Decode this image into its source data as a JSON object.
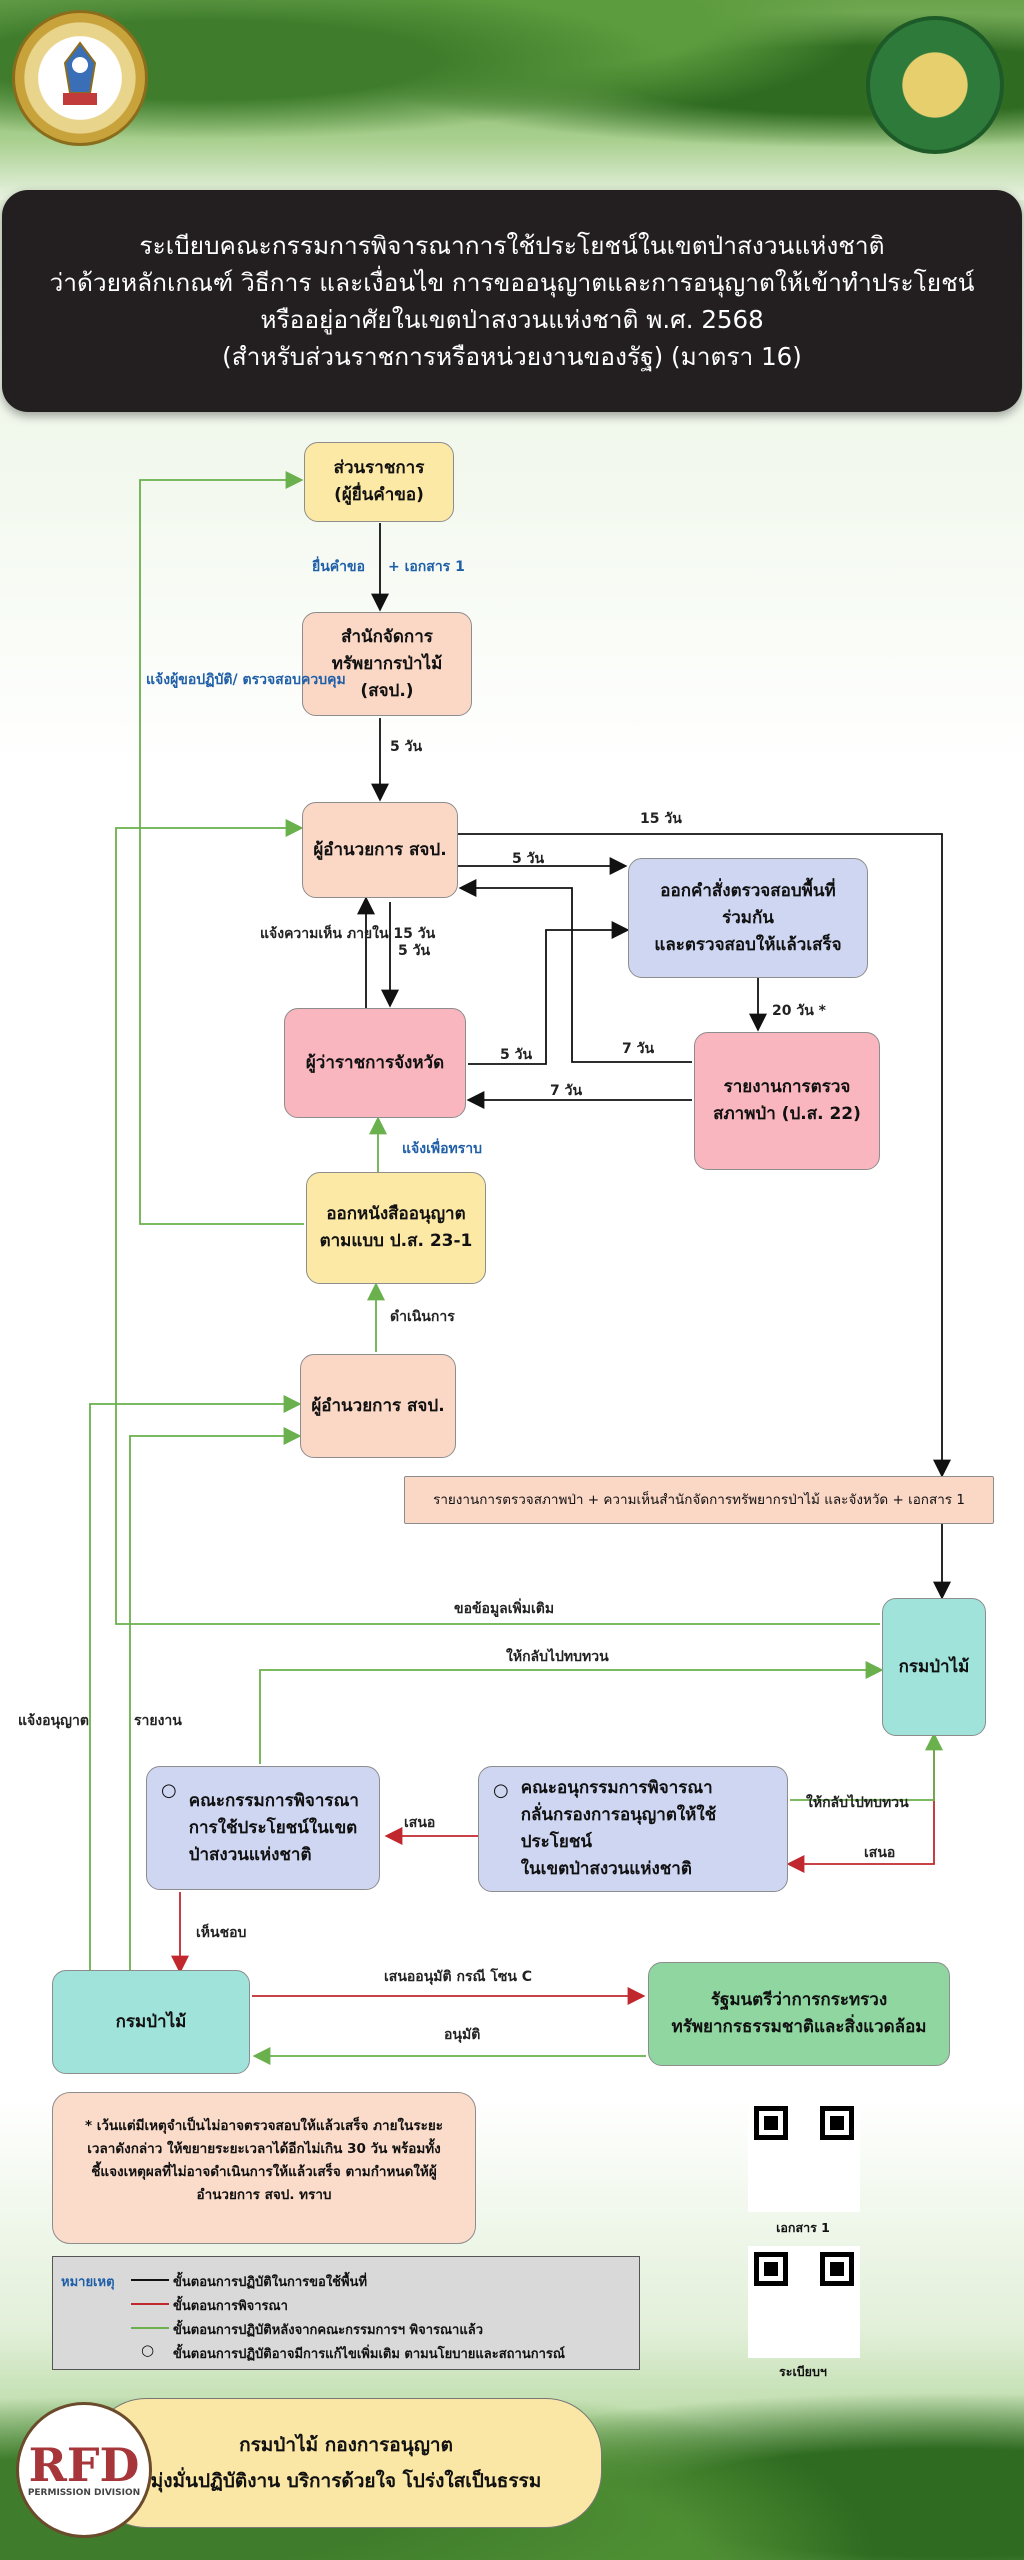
{
  "title": {
    "line1": "ระเบียบคณะกรรมการพิจารณาการใช้ประโยชน์ในเขตป่าสงวนแห่งชาติ",
    "line2": "ว่าด้วยหลักเกณฑ์ วิธีการ และเงื่อนไข การขออนุญาตและการอนุญาตให้เข้าทำประโยชน์",
    "line3": "หรืออยู่อาศัยในเขตป่าสงวนแห่งชาติ พ.ศ. 2568",
    "line4": "(สำหรับส่วนราชการหรือหน่วยงานของรัฐ) (มาตรา 16)"
  },
  "nodes": {
    "applicant": "ส่วนราชการ\n(ผู้ยื่นคำขอ)",
    "forest_office": "สำนักจัดการ\nทรัพยากรป่าไม้\n(สจป.)",
    "director_1": "ผู้อำนวยการ สจป.",
    "inspect_order": "ออกคำสั่งตรวจสอบพื้นที่\nร่วมกัน\nและตรวจสอบให้แล้วเสร็จ",
    "governor": "ผู้ว่าราชการจังหวัด",
    "inspect_report": "รายงานการตรวจ\nสภาพป่า (ป.ส. 22)",
    "issue_permit": "ออกหนังสืออนุญาต\nตามแบบ ป.ส. 23-1",
    "director_2": "ผู้อำนวยการ สจป.",
    "summary_report": "รายงานการตรวจสภาพป่า + ความเห็นสำนักจัดการทรัพยากรป่าไม้ และจังหวัด + เอกสาร 1",
    "rfd_1": "กรมป่าไม้",
    "committee": "คณะกรรมการพิจารณา\nการใช้ประโยชน์ในเขต\nป่าสงวนแห่งชาติ",
    "subcommittee": "คณะอนุกรรมการพิจารณา\nกลั่นกรองการอนุญาตให้ใช้ประโยชน์\nในเขตป่าสงวนแห่งชาติ",
    "rfd_2": "กรมป่าไม้",
    "minister": "รัฐมนตรีว่าการกระทรวง\nทรัพยากรธรรมชาติและสิ่งแวดล้อม"
  },
  "labels": {
    "submit": "ยื่นคำขอ",
    "plus_doc1": "+  เอกสาร 1",
    "notify_applicant": "แจ้งผู้ขอปฏิบัติ/\nตรวจสอบควบคุม",
    "five_days_a": "5 วัน",
    "fifteen_days": "15 วัน",
    "five_days_b": "5 วัน",
    "opinion_15": "แจ้งความเห็น\nภายใน 15 วัน",
    "five_days_c": "5 วัน",
    "twenty_days": "20 วัน *",
    "five_days_d": "5 วัน",
    "seven_days_a": "7 วัน",
    "seven_days_b": "7 วัน",
    "inform": "แจ้งเพื่อทราบ",
    "proceed": "ดำเนินการ",
    "request_more": "ขอข้อมูลเพิ่มเติม",
    "review_back_1": "ให้กลับไปทบทวน",
    "notify_permit": "แจ้งอนุญาต",
    "report": "รายงาน",
    "propose_1": "เสนอ",
    "review_back_2": "ให้กลับไปทบทวน",
    "propose_2": "เสนอ",
    "approve": "เห็นชอบ",
    "propose_zone_c": "เสนออนุมัติ กรณี โซน C",
    "approved": "อนุมัติ"
  },
  "note": "* เว้นแต่มีเหตุจำเป็นไม่อาจตรวจสอบให้แล้วเสร็จ ภายในระยะเวลาดังกล่าว ให้ขยายระยะเวลาได้อีกไม่เกิน 30 วัน พร้อมทั้งชี้แจงเหตุผลที่ไม่อาจดำเนินการให้แล้วเสร็จ ตามกำหนดให้ผู้อำนวยการ สจป. ทราบ",
  "legend": {
    "heading": "หมายเหตุ",
    "black": "ขั้นตอนการปฏิบัติในการขอใช้พื้นที่",
    "red": "ขั้นตอนการพิจารณา",
    "green": "ขั้นตอนการปฏิบัติหลังจากคณะกรรมการฯ พิจารณาแล้ว",
    "circle": "ขั้นตอนการปฏิบัติอาจมีการแก้ไขเพิ่มเติม ตามนโยบายและสถานการณ์",
    "bullet_symbol": "○",
    "colors": {
      "black": "#111111",
      "red": "#c0282d",
      "green": "#6ab04c"
    }
  },
  "qr": {
    "doc1_caption": "เอกสาร 1",
    "rule_caption": "ระเบียบฯ"
  },
  "footer": {
    "line1": "กรมป่าไม้ กองการอนุญาต",
    "line2": "มุ่งมั่นปฏิบัติงาน  บริการด้วยใจ  โปร่งใสเป็นธรรม",
    "logo_text": "RFD",
    "logo_caption": "PERMISSION DIVISION"
  },
  "icons": {
    "left_logo": "royal-emblem-icon",
    "right_logo": "forest-department-seal-icon"
  }
}
